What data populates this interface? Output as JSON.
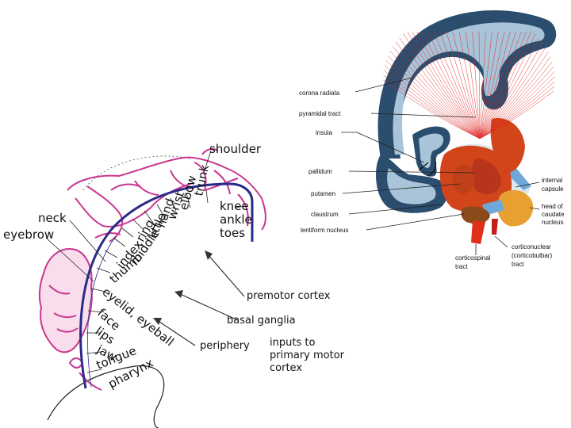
{
  "homunculus": {
    "body_parts": {
      "shoulder": "shoulder",
      "neck": "neck",
      "eyebrow": "eyebrow",
      "trunk": "trunk",
      "elbow": "elbow",
      "wrist": "wrist",
      "hand": "hand",
      "little": "little",
      "ring": "ring",
      "middle": "middle",
      "index": "index",
      "thumb": "thumb",
      "eyelid_eyeball": "eyelid, eyeball",
      "face": "face",
      "lips": "lips",
      "jaw": "jaw",
      "tongue": "tongue",
      "pharynx": "pharynx",
      "knee": "knee",
      "ankle": "ankle",
      "toes": "toes"
    },
    "inputs": {
      "premotor_cortex": "premotor cortex",
      "basal_ganglia": "basal ganglia",
      "periphery": "periphery",
      "caption_line1": "inputs to",
      "caption_line2": "primary motor",
      "caption_line3": "cortex"
    }
  },
  "brain_section": {
    "labels": {
      "corona_radiata": "corona radiata",
      "pyramidal_tract": "pyramidal tract",
      "insula": "insula",
      "pallidum": "pallidum",
      "putamen": "putamen",
      "claustrum": "claustrum",
      "lentiform_nucleus": "lentiform nucleus",
      "internal_capsule_1": "internal",
      "internal_capsule_2": "capsule",
      "caudate_1": "head of",
      "caudate_2": "caudate",
      "caudate_3": "nucleus",
      "corticospinal_1": "corticospinal",
      "corticospinal_2": "tract",
      "corticonuclear_1": "corticonuclear",
      "corticonuclear_2": "(corticobulbar)",
      "corticonuclear_3": "tract"
    }
  },
  "colors": {
    "homunculus_outline": "#c8378f",
    "cortex_strip": "#2a2a8a",
    "cortex_dark": "#2b4d6e",
    "cortex_light": "#a9c4d8",
    "fibers": "#e02020",
    "putamen": "#d2451a",
    "caudate": "#e8a030",
    "capsule": "#dde8ee"
  }
}
